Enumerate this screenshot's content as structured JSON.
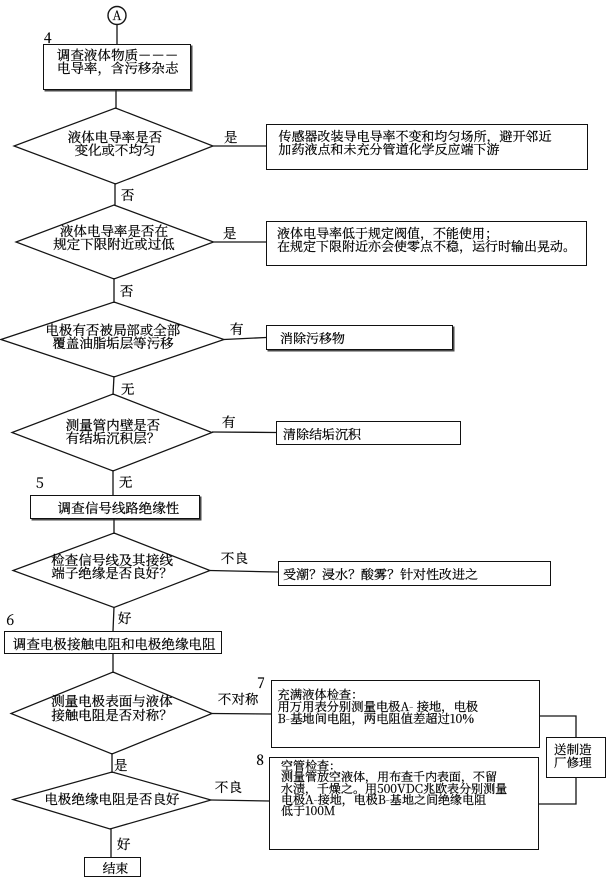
{
  "page": {
    "background": "#ffffff",
    "ink": "#1a1a1a"
  },
  "flow": {
    "start_connector": {
      "label": "A"
    },
    "section_labels": {
      "s4": "4",
      "s5": "5",
      "s6": "6",
      "s7": "7",
      "s8": "8"
    },
    "b4": {
      "line1": "调查液体物质－－－",
      "line2": "电导率，含污移杂志"
    },
    "d1": {
      "line1": "液体电导率是否",
      "line2": "变化或不均匀",
      "yes": "是",
      "no": "否"
    },
    "r1": {
      "line1": "传感器改装导电导率不变和均匀场所，避开邻近",
      "line2": "加药液点和未充分管道化学反应端下游"
    },
    "d2": {
      "line1": "液体电导率是否在",
      "line2": "规定下限附近或过低",
      "yes": "是",
      "no": "否"
    },
    "r2": {
      "line1": "液体电导率低于规定阀值，不能使用；",
      "line2": "在规定下限附近亦会使零点不稳，运行时输出晃动。"
    },
    "d3": {
      "line1": "电极有否被局部或全部",
      "line2": "覆盖油脂垢层等污移",
      "yes": "有",
      "no": "无"
    },
    "r3": {
      "line1": "消除污移物"
    },
    "d4": {
      "line1": "测量管内壁是否",
      "line2": "有结垢沉积层？",
      "yes": "有",
      "no": "无"
    },
    "r4": {
      "line1": "清除结垢沉积"
    },
    "b5": {
      "line1": "调查信号线路绝缘性"
    },
    "d5": {
      "line1": "检查信号线及其接线",
      "line2": "端子绝缘是否良好？",
      "yes": "好",
      "no": "不良"
    },
    "r5": {
      "line1": "受潮？浸水？酸雾？针对性改进之"
    },
    "b6": {
      "line1": "调查电极接触电阻和电极绝缘电阻"
    },
    "d6": {
      "line1": "测量电极表面与液体",
      "line2": "接触电阻是否对称？",
      "yes": "是",
      "no": "不对称"
    },
    "r7": {
      "line1": "充满液体检查：",
      "line2": "用万用表分别测量电极A- 接地，电极",
      "line3": "B-基地间电阻，两电阻值差超过10%"
    },
    "d7": {
      "line1": "电极绝缘电阻是否良好",
      "yes": "好",
      "no": "不良"
    },
    "r8": {
      "line1": "空管检查：",
      "line2": "测量管放空液体，用布查千内表面，不留",
      "line3": "水渍，千燥之。用500VDC兆欧表分别测量",
      "line4": "电极A-接地，电极B-基地之间绝缘电阻",
      "line5": "低于100M"
    },
    "repair": {
      "line1": "送制造",
      "line2": "厂修理"
    },
    "end": {
      "label": "结束"
    }
  }
}
